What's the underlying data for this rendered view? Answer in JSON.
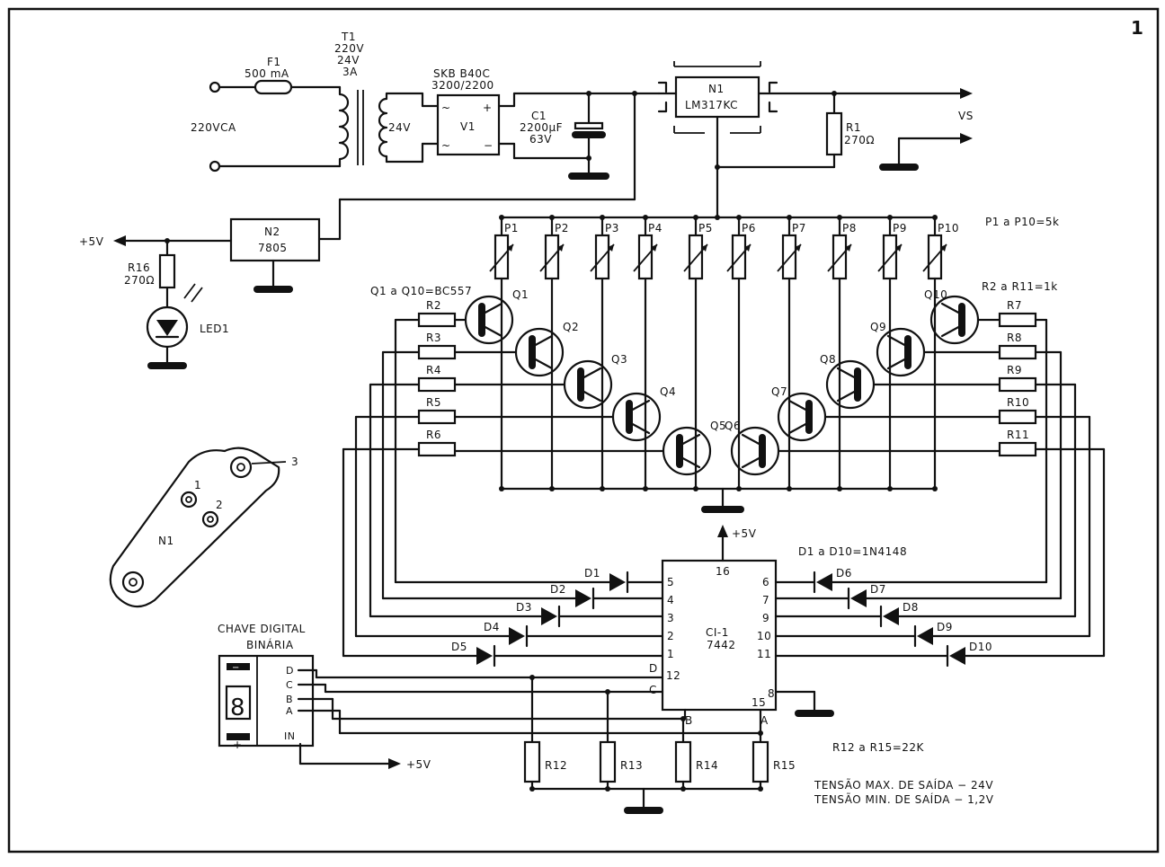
{
  "figure_number": "1",
  "power": {
    "input_label": "220VCA",
    "fuse": {
      "ref": "F1",
      "value": "500 mA"
    },
    "transformer": {
      "ref": "T1",
      "primary": "220V",
      "secondary": "24V",
      "current": "3A",
      "winding_label": "24V"
    },
    "bridge": {
      "ref": "V1",
      "part_line1": "SKB B40C",
      "part_line2": "3200/2200",
      "plus": "+",
      "minus": "−",
      "ac": "~"
    },
    "capacitor": {
      "ref": "C1",
      "value": "2200µF",
      "voltage": "63V"
    }
  },
  "regulator": {
    "ref": "N1",
    "part": "LM317KC",
    "r1_ref": "R1",
    "r1_value": "270Ω",
    "output_label": "VS"
  },
  "logic_supply": {
    "ref": "N2",
    "part": "7805",
    "rail_label": "+5V",
    "r16_ref": "R16",
    "r16_value": "270Ω",
    "led_ref": "LED1"
  },
  "package": {
    "ref": "N1",
    "pins": [
      "1",
      "2",
      "3"
    ]
  },
  "pots": {
    "labels": [
      "P1",
      "P2",
      "P3",
      "P4",
      "P5",
      "P6",
      "P7",
      "P8",
      "P9",
      "P10"
    ],
    "note": "P1 a P10=5k"
  },
  "transistors": {
    "labels": [
      "Q1",
      "Q2",
      "Q3",
      "Q4",
      "Q5",
      "Q6",
      "Q7",
      "Q8",
      "Q9",
      "Q10"
    ],
    "note": "Q1 a Q10=BC557"
  },
  "base_resistors": {
    "left": [
      "R2",
      "R3",
      "R4",
      "R5",
      "R6"
    ],
    "right": [
      "R7",
      "R8",
      "R9",
      "R10",
      "R11"
    ],
    "note": "R2 a R11=1k"
  },
  "decoder": {
    "ref": "CI-1",
    "part": "7442",
    "supply_label": "+5V",
    "left_pins": [
      "5",
      "4",
      "3",
      "2",
      "1"
    ],
    "right_pins": [
      "6",
      "7",
      "9",
      "10",
      "11"
    ],
    "vcc_pin": "16",
    "gnd_pin": "8",
    "pin12": "12",
    "pin15": "15",
    "input_d": "D",
    "input_c": "C",
    "input_b": "B",
    "input_a": "A"
  },
  "diodes": {
    "left": [
      "D1",
      "D2",
      "D3",
      "D4",
      "D5"
    ],
    "right": [
      "D6",
      "D7",
      "D8",
      "D9",
      "D10"
    ],
    "note": "D1 a D10=1N4148"
  },
  "switch": {
    "title_line1": "CHAVE DIGITAL",
    "title_line2": "BINÁRIA",
    "display": "8",
    "minus": "−",
    "plus": "+",
    "pins": [
      "D",
      "C",
      "B",
      "A"
    ],
    "in_label": "IN",
    "supply_label": "+5V"
  },
  "pulldowns": {
    "labels": [
      "R12",
      "R13",
      "R14",
      "R15"
    ],
    "note": "R12 a R15=22K"
  },
  "specs": {
    "max": "TENSÃO MAX. DE SAÍDA − 24V",
    "min": "TENSÃO MIN. DE SAÍDA − 1,2V"
  }
}
